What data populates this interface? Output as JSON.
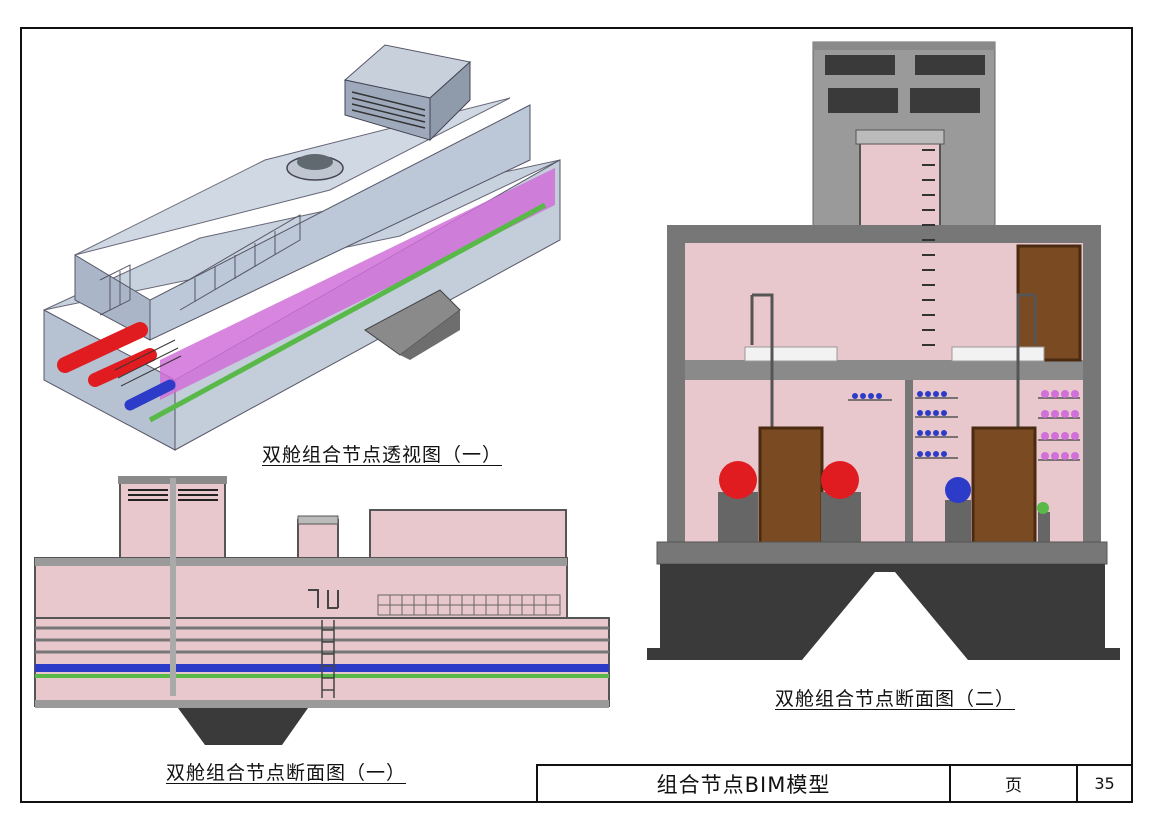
{
  "captions": {
    "perspective_1": "双舱组合节点透视图（一）",
    "section_1": "双舱组合节点断面图（一）",
    "section_2": "双舱组合节点断面图（二）"
  },
  "title_block": {
    "title": "组合节点BIM模型",
    "page_label": "页",
    "page_number": "35"
  },
  "colors": {
    "wall_pink": "#e8c8cc",
    "concrete_gray": "#9a9a9a",
    "dark_base": "#3a3a3a",
    "glass_blue": "#b8c6d8",
    "magenta_pipe": "#d070d8",
    "green_pipe": "#58b848",
    "red_pipe": "#e01c20",
    "blue_pipe": "#2c3cc8",
    "door_brown": "#7a4a22"
  }
}
